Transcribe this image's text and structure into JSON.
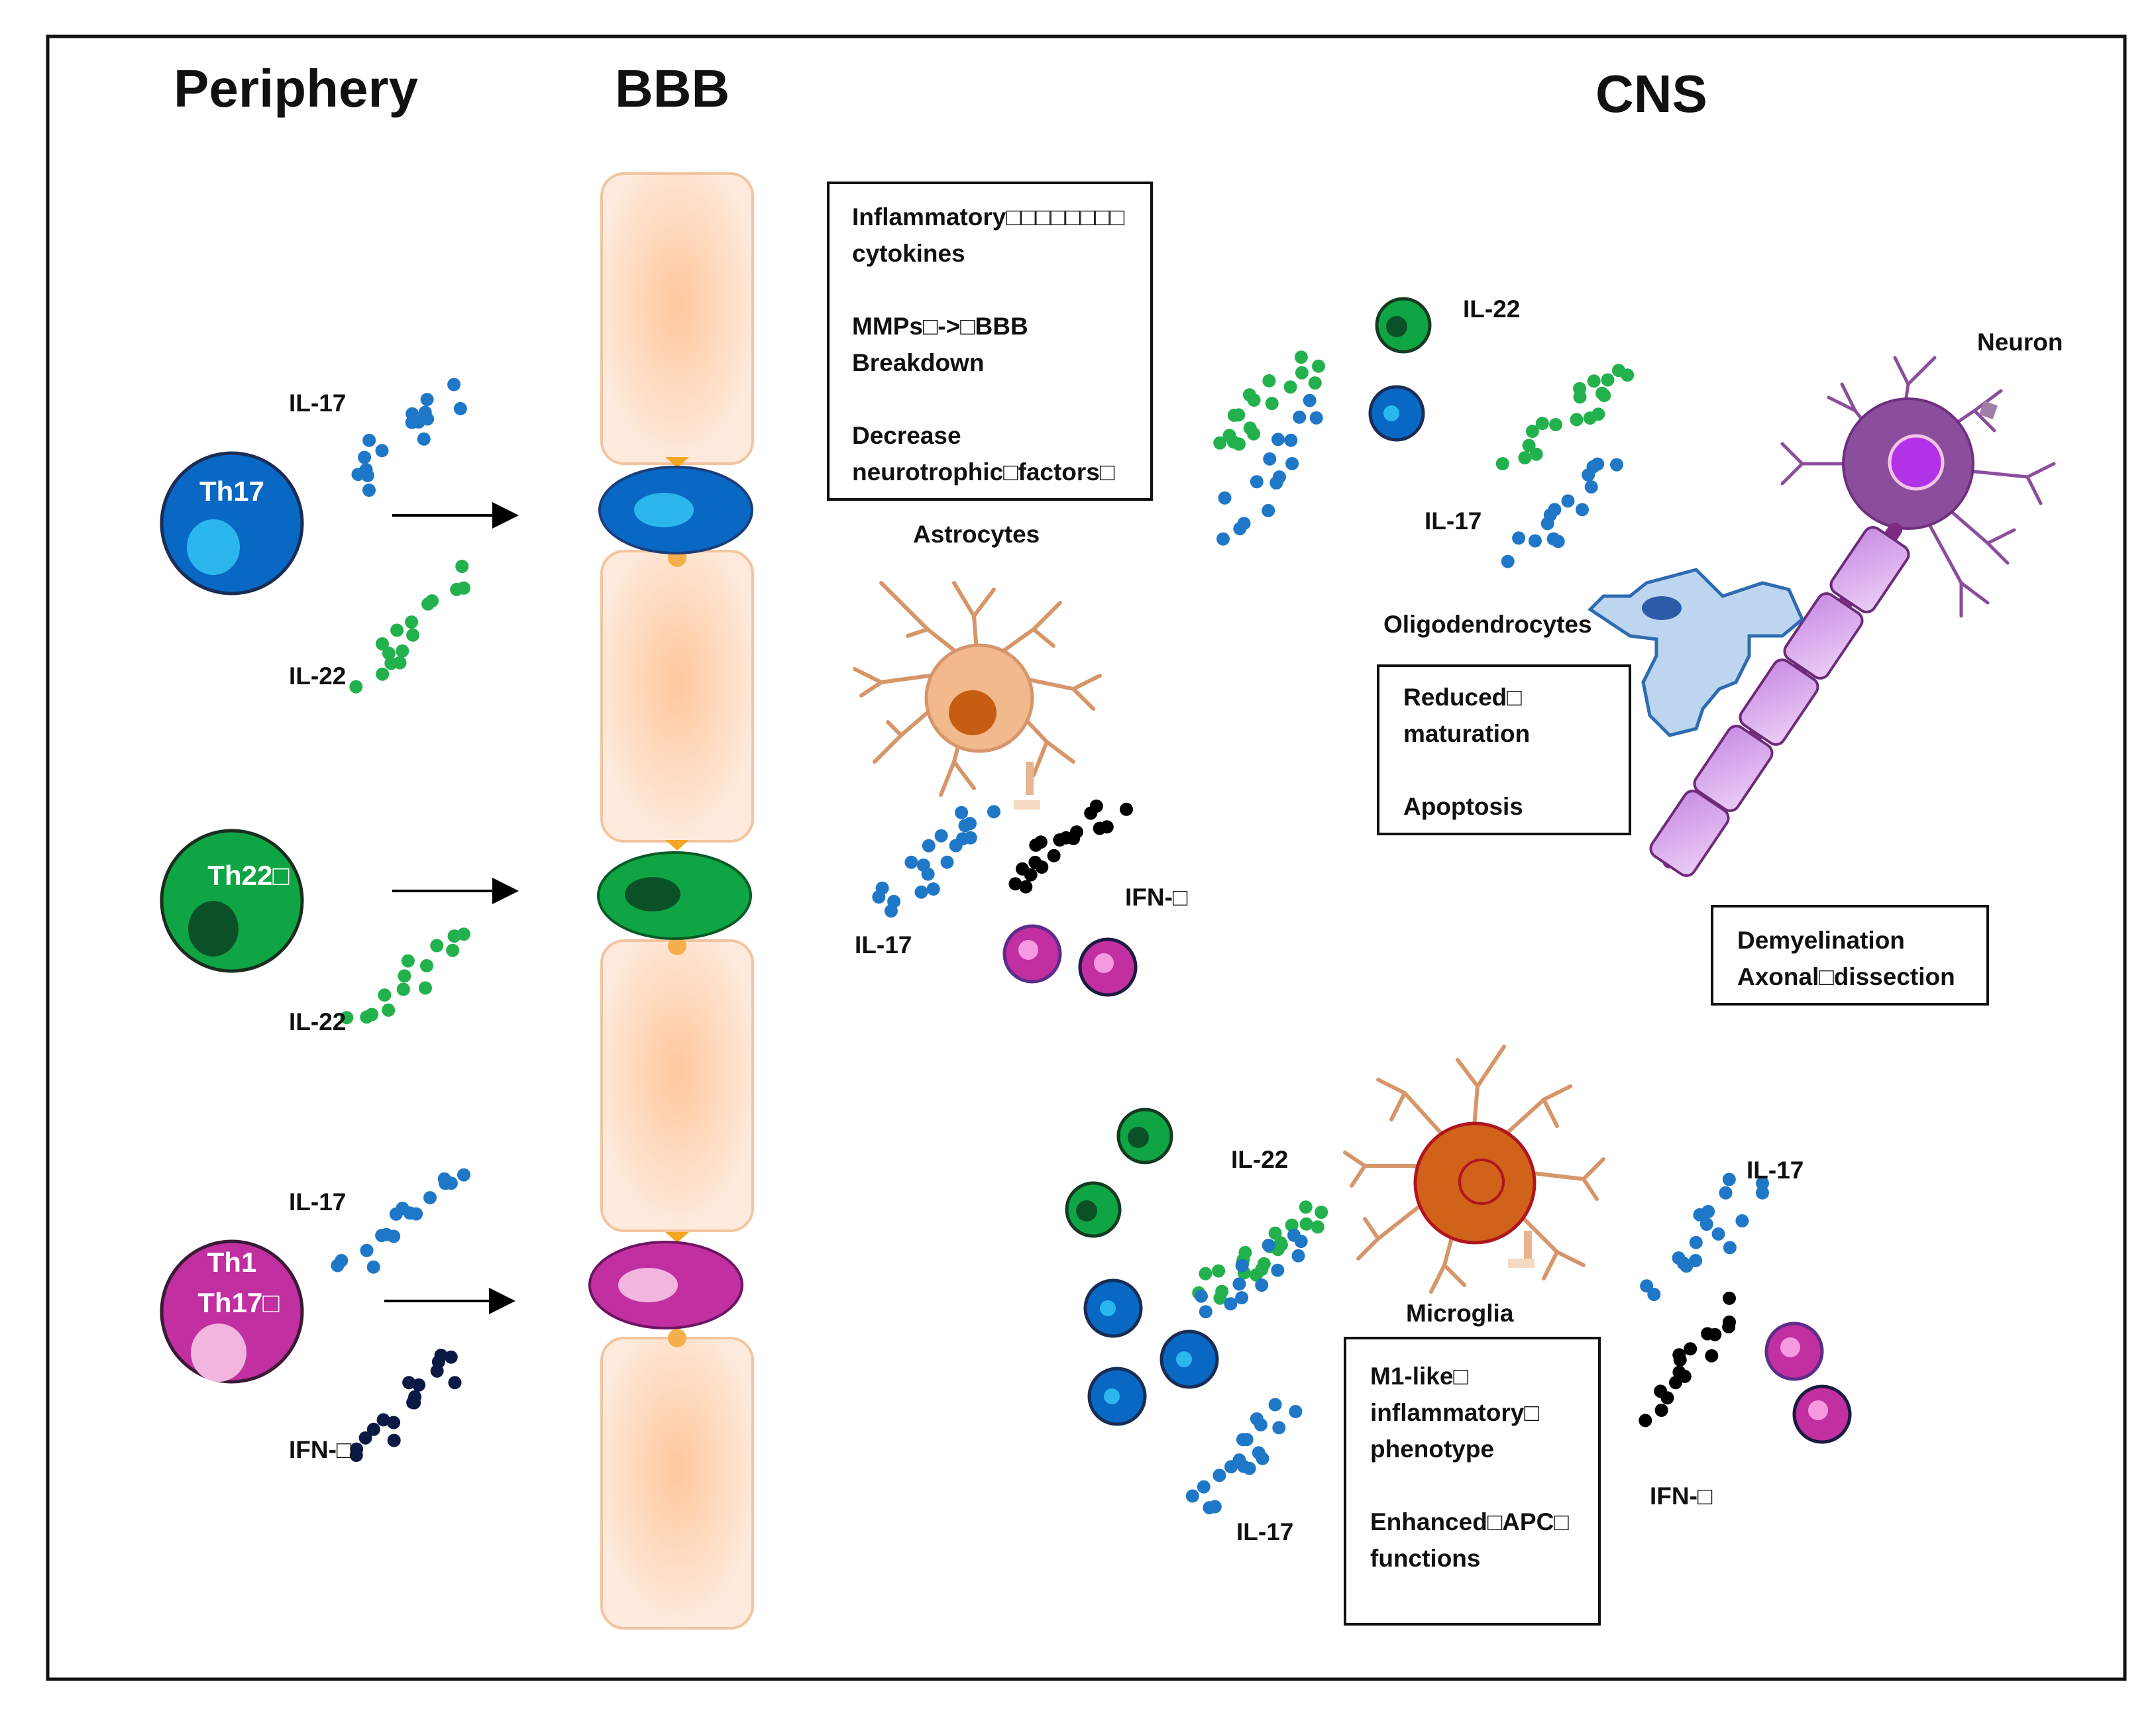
{
  "headers": {
    "periphery": "Periphery",
    "bbb": "BBB",
    "cns": "CNS"
  },
  "tcells": {
    "th17": "Th17",
    "th22": "Th22□",
    "th1": "Th1",
    "th1_th17": "Th17□"
  },
  "labels": {
    "il17_a": "IL-17",
    "il22_a": "IL-22",
    "il22_b": "IL-22",
    "il17_b": "IL-17",
    "ifn_a": "IFN-□",
    "il22_c": "IL-22",
    "il17_c": "IL-17",
    "astrocytes": "Astrocytes",
    "ifn_b": "IFN-□",
    "il17_d": "IL-17",
    "neuron": "Neuron",
    "oligodendrocytes": "Oligodendrocytes",
    "il22_d": "IL-22",
    "microglia": "Microglia",
    "il17_e": "IL-17",
    "il17_f": "IL-17",
    "ifn_c": "IFN-□"
  },
  "boxes": {
    "bbb_effects": [
      "Inflammatory□□□□□□□□",
      "cytokines",
      "",
      "MMPs□->□BBB",
      "Breakdown",
      "",
      "Decrease",
      "neurotrophic□factors□"
    ],
    "oligo_effects": [
      "Reduced□",
      "maturation",
      "",
      "Apoptosis"
    ],
    "demyelination": [
      "Demyelination",
      "Axonal□dissection"
    ],
    "microglia_effects": [
      "M1-like□",
      "inflammatory□",
      "phenotype",
      "",
      "Enhanced□APC□",
      "functions"
    ]
  },
  "colors": {
    "il17_blue": "#1F77C8",
    "il22_green": "#22B14C",
    "ifn_dark": "#0B1A45",
    "ifn_black": "#000000",
    "th17_fill": "#0868C4",
    "th22_fill": "#0FA544",
    "th1_fill": "#C12FA0",
    "endothelium": "#FDE3CB",
    "astro_body": "#F1B98C",
    "astro_nucleus": "#C75D12",
    "microglia_body": "#D0621A",
    "neuron_body": "#8B4E9C",
    "oligo_fill": "#BDD5EE",
    "myelin": "#D9A6EE"
  }
}
